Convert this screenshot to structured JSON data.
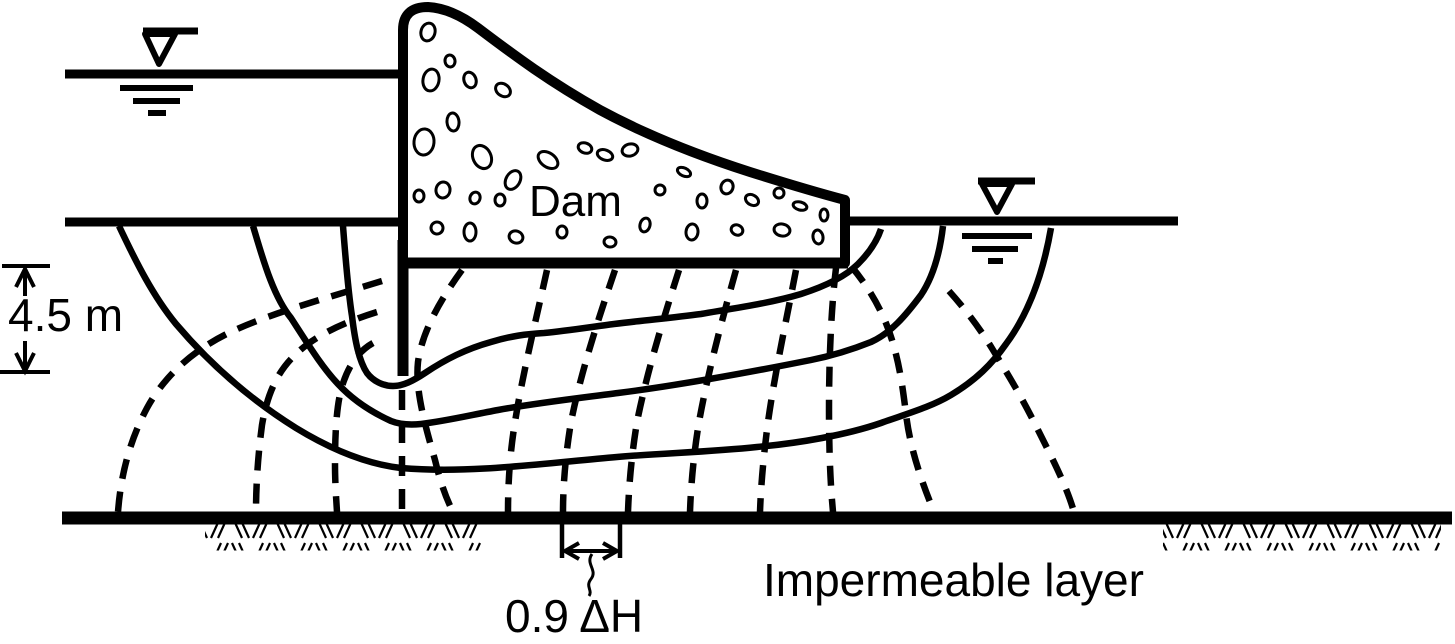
{
  "figure": {
    "dam_label": "Dam",
    "upstream_depth_dimension": "4.5 m",
    "equipotential_spacing_dimension": "0.9 ΔH",
    "impermeable_layer_label": "Impermeable layer"
  },
  "colors": {
    "ink": "#000000",
    "paper": "#ffffff"
  }
}
